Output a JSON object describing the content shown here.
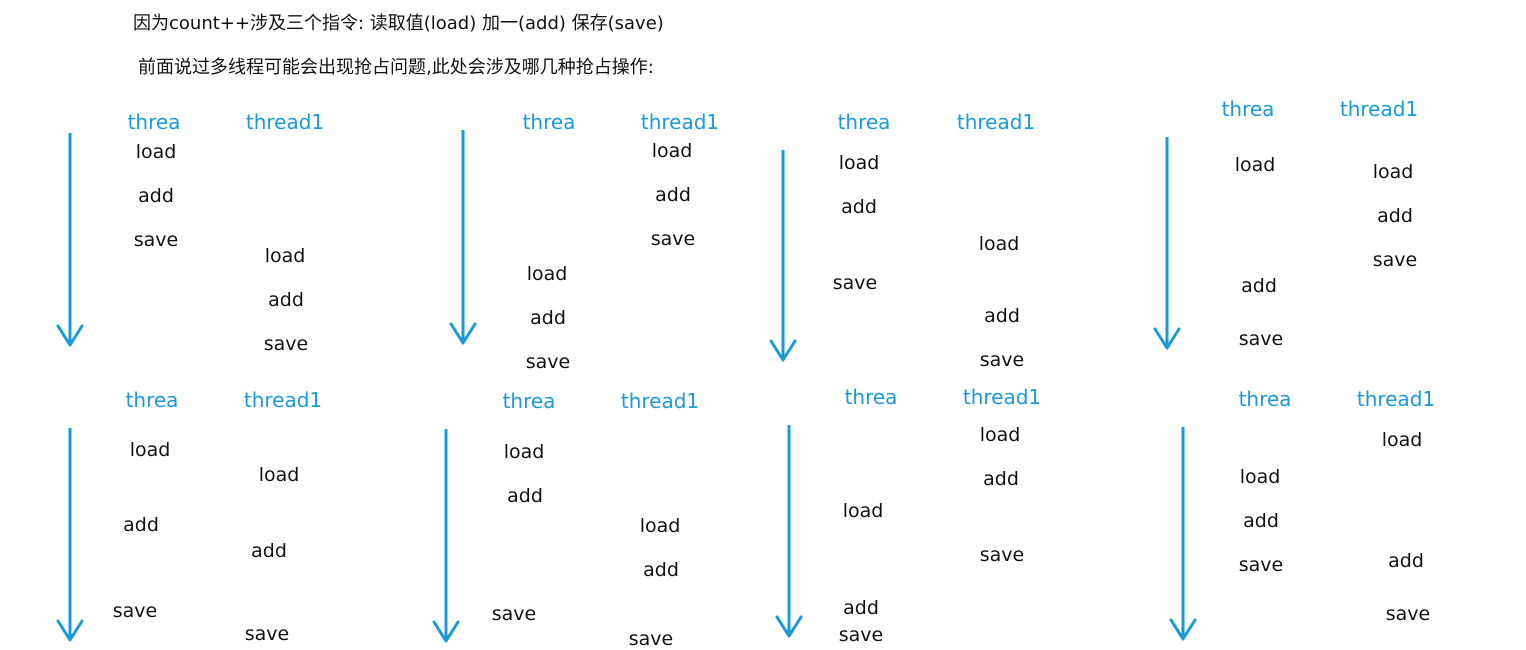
{
  "intro": {
    "line1": "因为count++涉及三个指令: 读取值(load) 加一(add) 保存(save)",
    "line2": "前面说过多线程可能会出现抢占问题,此处会涉及哪几种抢占操作:"
  },
  "colors": {
    "accent": "#1a9bd7",
    "text": "#111111"
  },
  "panels": [
    {
      "thread_a": "threa",
      "thread_b": "thread1",
      "a_ops": [
        "load",
        "add",
        "save"
      ],
      "b_ops": [
        "load",
        "add",
        "save"
      ]
    },
    {
      "thread_a": "threa",
      "thread_b": "thread1",
      "a_ops": [
        "load",
        "add",
        "save"
      ],
      "b_ops": [
        "load",
        "add",
        "save"
      ]
    },
    {
      "thread_a": "threa",
      "thread_b": "thread1",
      "a_ops": [
        "load",
        "add",
        "save"
      ],
      "b_ops": [
        "load",
        "add",
        "save"
      ]
    },
    {
      "thread_a": "threa",
      "thread_b": "thread1",
      "a_ops": [
        "load",
        "add",
        "save"
      ],
      "b_ops": [
        "load",
        "add",
        "save"
      ]
    },
    {
      "thread_a": "threa",
      "thread_b": "thread1",
      "a_ops": [
        "load",
        "add",
        "save"
      ],
      "b_ops": [
        "load",
        "add",
        "save"
      ]
    },
    {
      "thread_a": "threa",
      "thread_b": "thread1",
      "a_ops": [
        "load",
        "add",
        "save"
      ],
      "b_ops": [
        "load",
        "add",
        "save"
      ]
    },
    {
      "thread_a": "threa",
      "thread_b": "thread1",
      "a_ops": [
        "load",
        "add",
        "save"
      ],
      "b_ops": [
        "load",
        "add",
        "save"
      ]
    },
    {
      "thread_a": "threa",
      "thread_b": "thread1",
      "a_ops": [
        "load",
        "add",
        "save"
      ],
      "b_ops": [
        "load",
        "add",
        "save"
      ]
    }
  ]
}
